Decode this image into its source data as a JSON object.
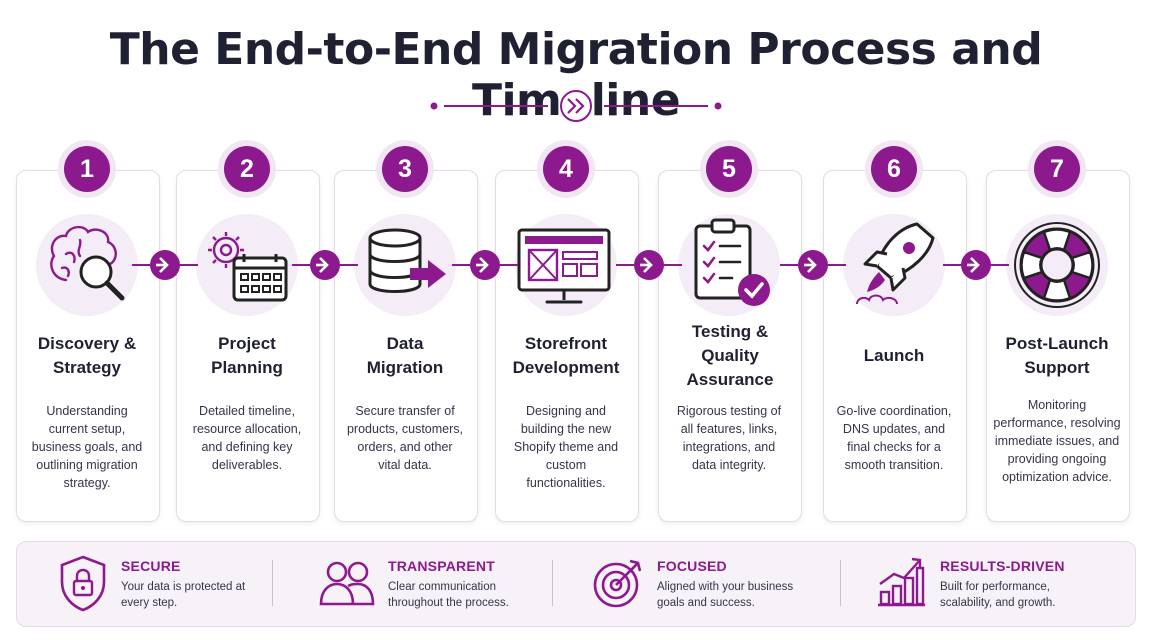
{
  "title": "The End-to-End Migration Process and Timeline",
  "colors": {
    "accent": "#8c1a8e",
    "accent_light": "#f4ecf6",
    "text": "#1f2133"
  },
  "steps": [
    {
      "number": "1",
      "title": "Discovery & Strategy",
      "icon": "brain-magnifier-icon",
      "description": "Understanding current setup, business goals, and outlining migration strategy."
    },
    {
      "number": "2",
      "title": "Project Planning",
      "icon": "gear-calendar-icon",
      "description": "Detailed timeline, resource allocation, and defining key deliverables."
    },
    {
      "number": "3",
      "title": "Data Migration",
      "icon": "database-arrow-icon",
      "description": "Secure transfer of products, customers, orders, and other vital data."
    },
    {
      "number": "4",
      "title": "Storefront Development",
      "icon": "monitor-layout-icon",
      "description": "Designing and building the new Shopify theme and custom functionalities."
    },
    {
      "number": "5",
      "title": "Testing & Quality Assurance",
      "icon": "clipboard-check-icon",
      "description": "Rigorous testing of all features, links, integrations, and data integrity."
    },
    {
      "number": "6",
      "title": "Launch",
      "icon": "rocket-icon",
      "description": "Go-live coordination, DNS updates, and final checks for a smooth transition."
    },
    {
      "number": "7",
      "title": "Post-Launch Support",
      "icon": "lifebuoy-icon",
      "description": "Monitoring performance, resolving immediate issues, and providing ongoing optimization advice."
    }
  ],
  "features": [
    {
      "title": "SECURE",
      "icon": "shield-lock-icon",
      "description": "Your data is protected at every step."
    },
    {
      "title": "TRANSPARENT",
      "icon": "people-icon",
      "description": "Clear communication throughout the process."
    },
    {
      "title": "FOCUSED",
      "icon": "target-icon",
      "description": "Aligned with your business goals and success."
    },
    {
      "title": "RESULTS-DRIVEN",
      "icon": "growth-chart-icon",
      "description": "Built for performance, scalability, and growth."
    }
  ]
}
